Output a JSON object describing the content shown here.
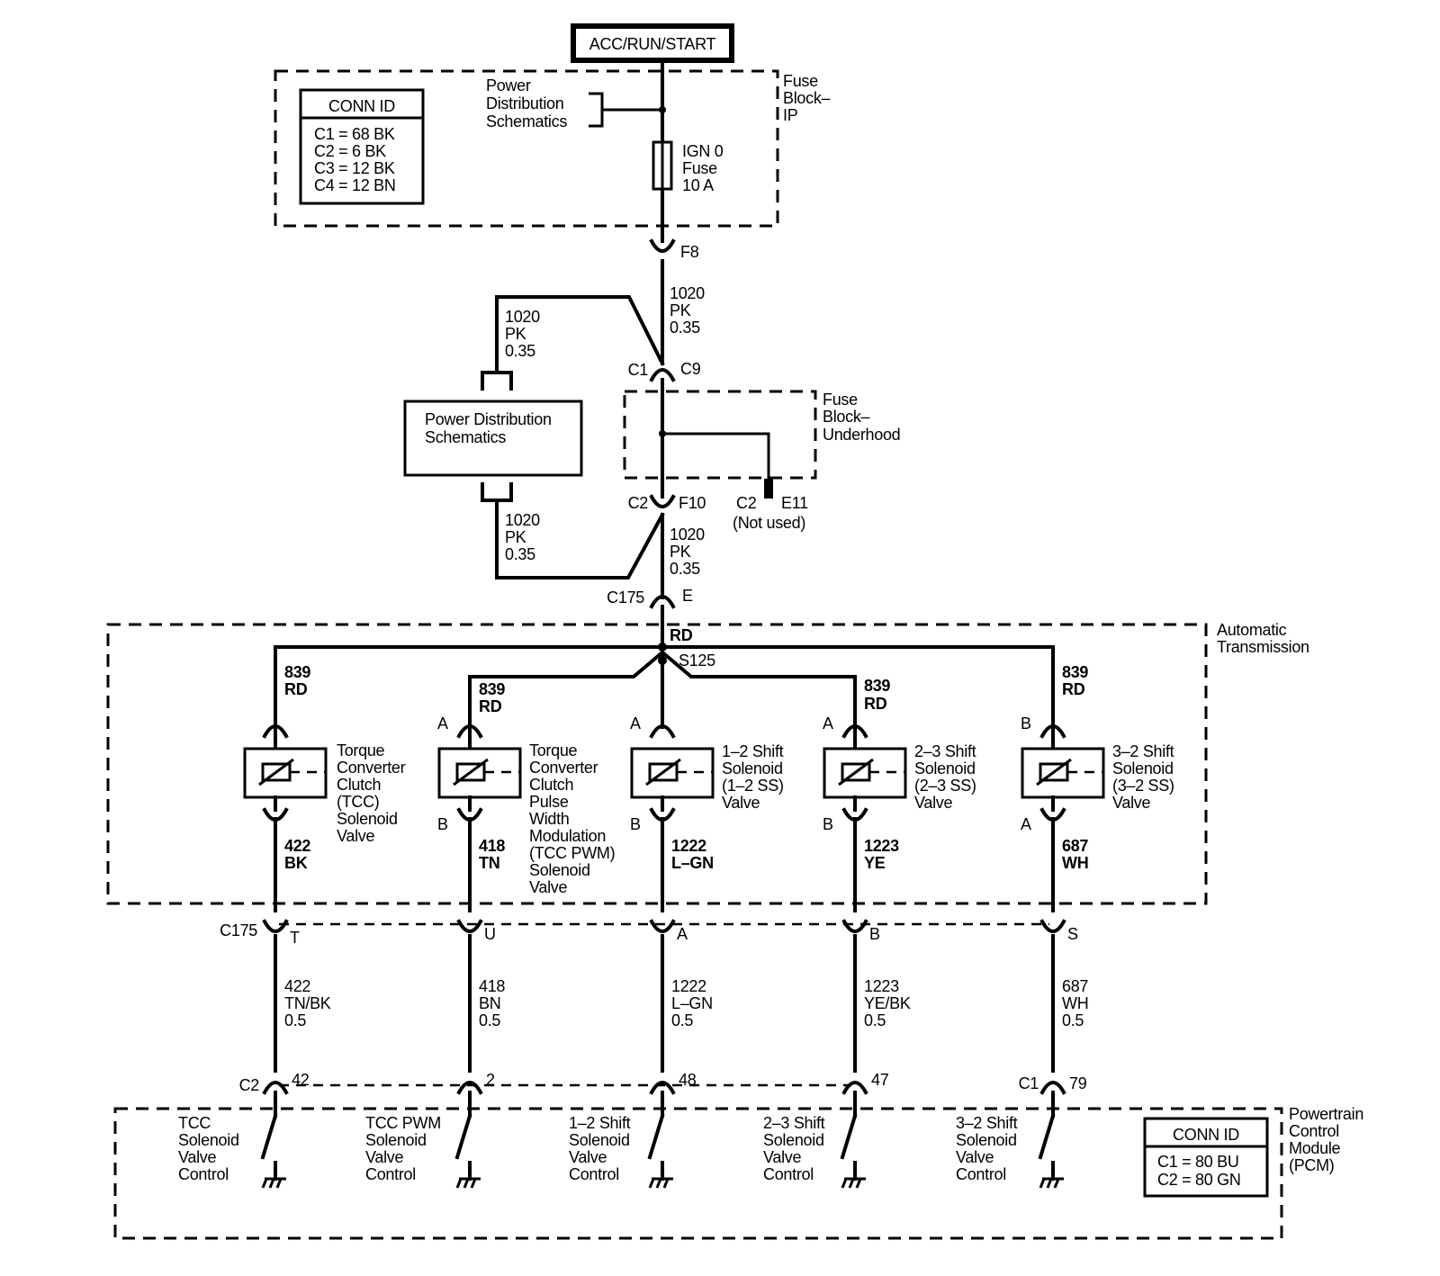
{
  "source": {
    "label": "ACC/RUN/START"
  },
  "conn_id_top": {
    "title": "CONN ID",
    "lines": [
      "C1 = 68 BK",
      "C2 = 6 BK",
      "C3 = 12 BK",
      "C4 = 12 BN"
    ]
  },
  "fuse_block_ip": {
    "label": [
      "Fuse",
      "Block–",
      "IP"
    ]
  },
  "power_distribution_ref": {
    "label": [
      "Power",
      "Distribution",
      "Schematics"
    ]
  },
  "fuse": {
    "label": [
      "IGN 0",
      "Fuse",
      "10 A"
    ]
  },
  "f8": "F8",
  "wire_1020_top": [
    "1020",
    "PK",
    "0.35"
  ],
  "branch_wire_top": [
    "1020",
    "PK",
    "0.35"
  ],
  "c1": "C1",
  "c9": "C9",
  "power_distribution_box": {
    "label": [
      "Power Distribution",
      "Schematics"
    ]
  },
  "fuse_block_underhood": {
    "label": [
      "Fuse",
      "Block–",
      "Underhood"
    ]
  },
  "c2_left": "C2",
  "f10": "F10",
  "c2_e11": {
    "c2": "C2",
    "e11": "E11",
    "note": "(Not used)"
  },
  "branch_wire_bottom": [
    "1020",
    "PK",
    "0.35"
  ],
  "wire_1020_mid": [
    "1020",
    "PK",
    "0.35"
  ],
  "c175_top": {
    "label": "C175",
    "pin": "E"
  },
  "rd_label": "RD",
  "s125": "S125",
  "automatic_transmission": {
    "label": [
      "Automatic",
      "Transmission"
    ]
  },
  "solenoids": [
    {
      "wire_in": [
        "839",
        "RD"
      ],
      "pin_top": "",
      "pin_bottom": "",
      "label": [
        "Torque",
        "Converter",
        "Clutch",
        "(TCC)",
        "Solenoid",
        "Valve"
      ],
      "wire_out": [
        "422",
        "BK"
      ]
    },
    {
      "wire_in": [
        "839",
        "RD"
      ],
      "pin_top": "A",
      "pin_bottom": "B",
      "label": [
        "Torque",
        "Converter",
        "Clutch",
        "Pulse",
        "Width",
        "Modulation",
        "(TCC PWM)",
        "Solenoid",
        "Valve"
      ],
      "wire_out": [
        "418",
        "TN"
      ]
    },
    {
      "wire_in": [],
      "pin_top": "A",
      "pin_bottom": "B",
      "label": [
        "1–2 Shift",
        "Solenoid",
        "(1–2 SS)",
        "Valve"
      ],
      "wire_out": [
        "1222",
        "L–GN"
      ]
    },
    {
      "wire_in": [
        "839",
        "RD"
      ],
      "pin_top": "A",
      "pin_bottom": "B",
      "label": [
        "2–3 Shift",
        "Solenoid",
        "(2–3 SS)",
        "Valve"
      ],
      "wire_out": [
        "1223",
        "YE"
      ]
    },
    {
      "wire_in": [
        "839",
        "RD"
      ],
      "pin_top": "B",
      "pin_bottom": "A",
      "label": [
        "3–2 Shift",
        "Solenoid",
        "(3–2 SS)",
        "Valve"
      ],
      "wire_out": [
        "687",
        "WH"
      ]
    }
  ],
  "c175_bottom": {
    "label": "C175",
    "pins": [
      "T",
      "U",
      "A",
      "B",
      "S"
    ]
  },
  "pcm_wires": [
    [
      "422",
      "TN/BK",
      "0.5"
    ],
    [
      "418",
      "BN",
      "0.5"
    ],
    [
      "1222",
      "L–GN",
      "0.5"
    ],
    [
      "1223",
      "YE/BK",
      "0.5"
    ],
    [
      "687",
      "WH",
      "0.5"
    ]
  ],
  "pcm_connectors": {
    "c2": "C2",
    "c1": "C1",
    "pins": [
      "42",
      "2",
      "48",
      "47",
      "79"
    ]
  },
  "pcm_controls": [
    [
      "TCC",
      "Solenoid",
      "Valve",
      "Control"
    ],
    [
      "TCC PWM",
      "Solenoid",
      "Valve",
      "Control"
    ],
    [
      "1–2 Shift",
      "Solenoid",
      "Valve",
      "Control"
    ],
    [
      "2–3 Shift",
      "Solenoid",
      "Valve",
      "Control"
    ],
    [
      "3–2 Shift",
      "Solenoid",
      "Valve",
      "Control"
    ]
  ],
  "conn_id_pcm": {
    "title": "CONN ID",
    "lines": [
      "C1 = 80 BU",
      "C2 = 80 GN"
    ]
  },
  "pcm": {
    "label": [
      "Powertrain",
      "Control",
      "Module",
      "(PCM)"
    ]
  }
}
